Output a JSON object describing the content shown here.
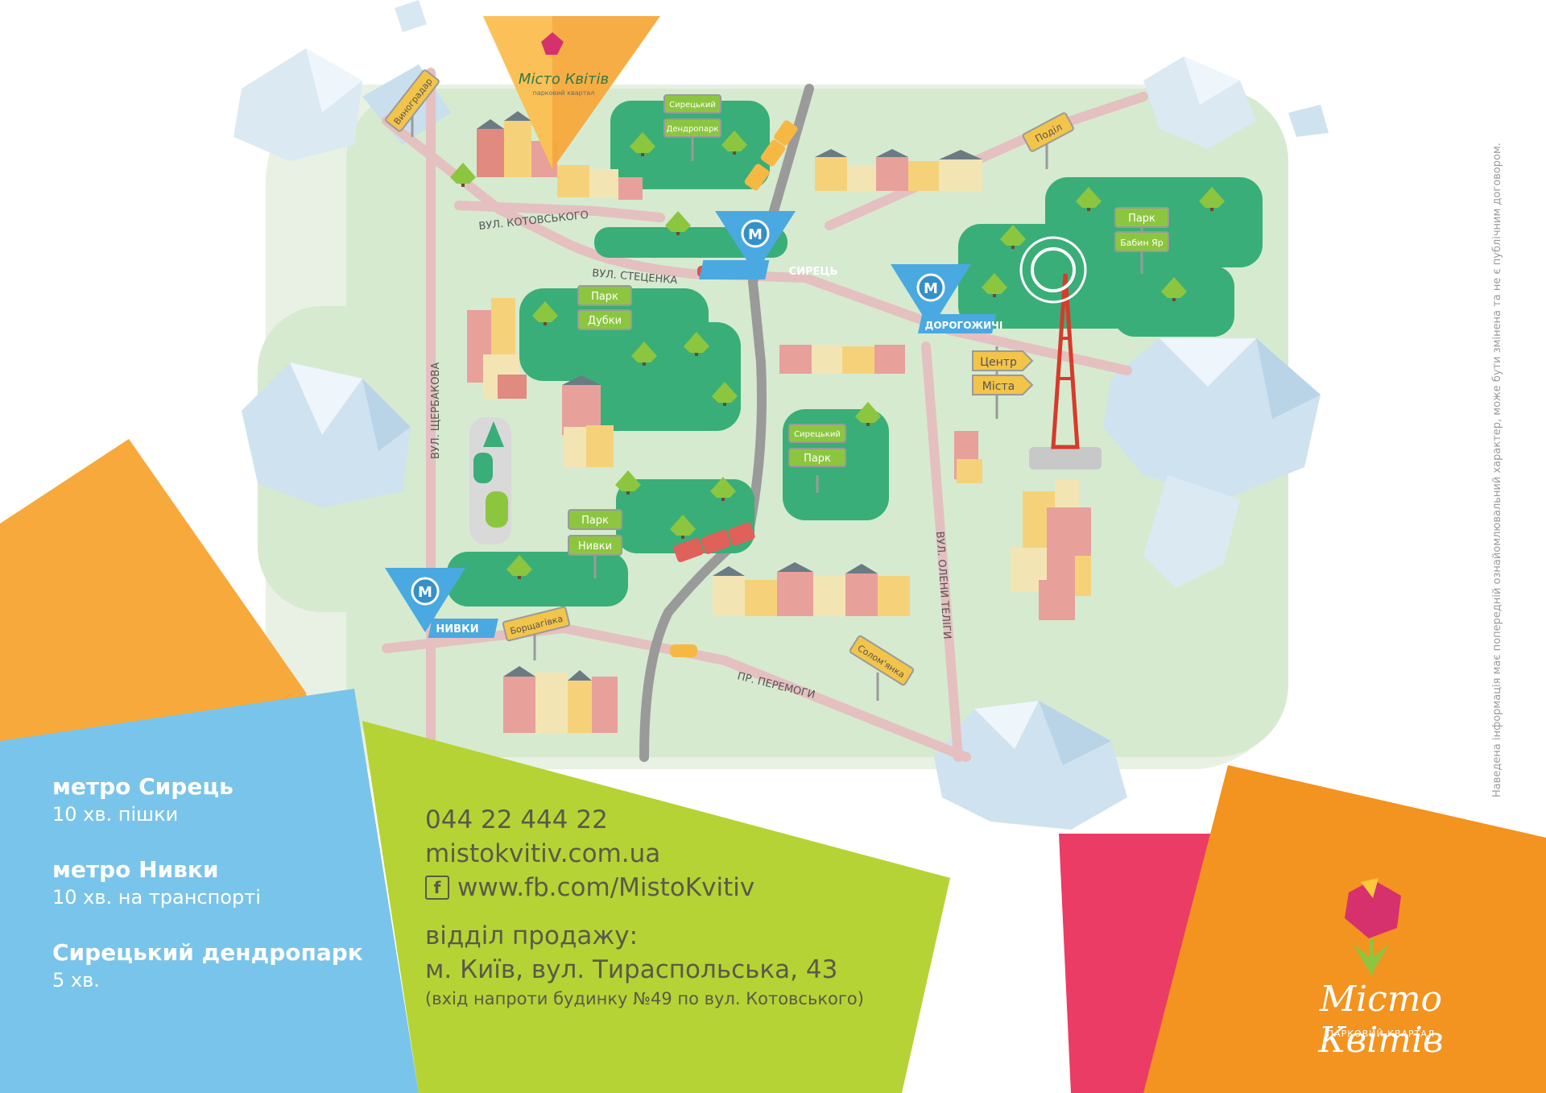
{
  "brand": {
    "name": "Місто Квітів",
    "tagline": "ПАРКОВИЙ КВАРТАЛ",
    "tag_small": "парковий квартал"
  },
  "map": {
    "streets": {
      "kotovskoho": "ВУЛ. КОТОВСЬКОГО",
      "stetsenka": "ВУЛ. СТЕЦЕНКА",
      "shcherbakova": "ВУЛ. ЩЕРБАКОВА",
      "peremohy": "ПР. ПЕРЕМОГИ",
      "olenyteligy": "ВУЛ. ОЛЕНИ ТЕЛІГИ"
    },
    "metro": {
      "syrets": "СИРЕЦЬ",
      "dorohozhychi": "ДОРОГОЖИЧІ",
      "nyvky": "НИВКИ",
      "icon": "metro-icon",
      "letter": "M"
    },
    "signs": {
      "vynohradar": "Виноградар",
      "podil": "Поділ",
      "borshchahivka": "Борщагівка",
      "solomianka": "Солом'янка",
      "centre_1": "Центр",
      "centre_2": "Міста"
    },
    "parks": [
      {
        "id": "dendropark",
        "line1": "Сирецький",
        "line2": "Дендропарк"
      },
      {
        "id": "babyn-yar",
        "line1": "Парк",
        "line2": "Бабин Яр"
      },
      {
        "id": "dubky",
        "line1": "Парк",
        "line2": "Дубки"
      },
      {
        "id": "syretskyi",
        "line1": "Сирецький",
        "line2": "Парк"
      },
      {
        "id": "nyvky",
        "line1": "Парк",
        "line2": "Нивки"
      }
    ]
  },
  "directions": [
    {
      "title": "метро Сирець",
      "detail": "10 хв. пішки"
    },
    {
      "title": "метро Нивки",
      "detail": "10 хв. на транспорті"
    },
    {
      "title": "Сирецький дендропарк",
      "detail": "5 хв."
    }
  ],
  "contacts": {
    "phone": "044 22 444 22",
    "website": "mistokvitiv.com.ua",
    "facebook": "www.fb.com/MistoKvitiv",
    "facebook_icon": "facebook-icon",
    "sales_heading": "відділ продажу:",
    "address": "м. Київ, вул. Тираспольська, 43",
    "address_note": "(вхід напроти будинку №49 по вул. Котовського)"
  },
  "disclaimer": "Наведена інформація має попередній ознайомлювальний характер, може бути змінена та не є публічним договором.",
  "colors": {
    "map_bg": "#d6ead0",
    "park": "#3aae78",
    "road": "#e5c0c0",
    "rail": "#9a9a9a",
    "metro": "#4aa9e0",
    "sign_green": "#8cc63f",
    "sign_yellow": "#f3c44a",
    "orange": "#f7a93b",
    "blue": "#79c4ea",
    "lime": "#b5d334",
    "pink": "#ea3c64",
    "orange_dark": "#f39320"
  }
}
